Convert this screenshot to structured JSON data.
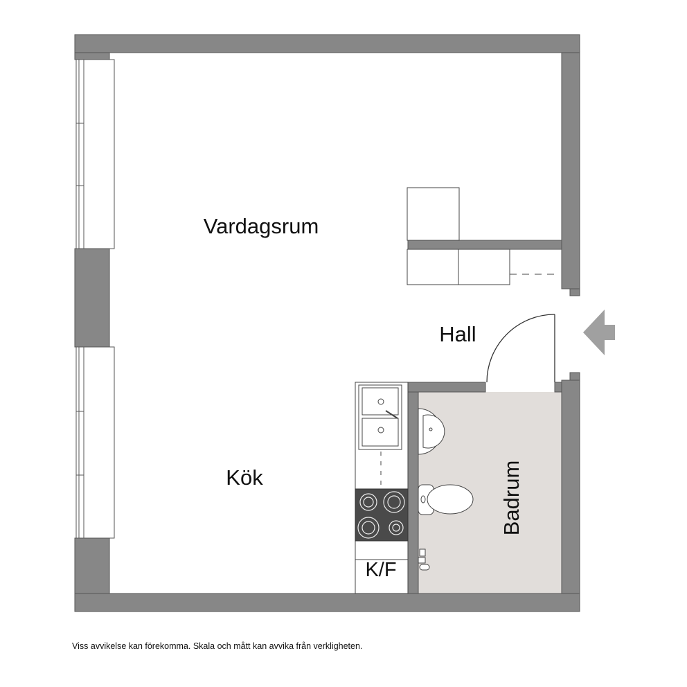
{
  "rooms": {
    "living": "Vardagsrum",
    "hall": "Hall",
    "kitchen": "Kök",
    "bathroom": "Badrum",
    "fridge": "K/F"
  },
  "disclaimer": "Viss avvikelse kan förekomma. Skala och mått kan avvika från verkligheten.",
  "colors": {
    "wall": "#878787",
    "wall_outline": "#555555",
    "bathroom_floor": "#e1ddda",
    "stove": "#4a4a4a",
    "arrow": "#a0a0a0"
  },
  "icons": {
    "entrance": "entrance-arrow-icon",
    "sink": "kitchen-sink-icon",
    "stove": "stove-icon",
    "basin": "wash-basin-icon",
    "toilet": "toilet-icon",
    "tap": "shower-tap-icon"
  }
}
